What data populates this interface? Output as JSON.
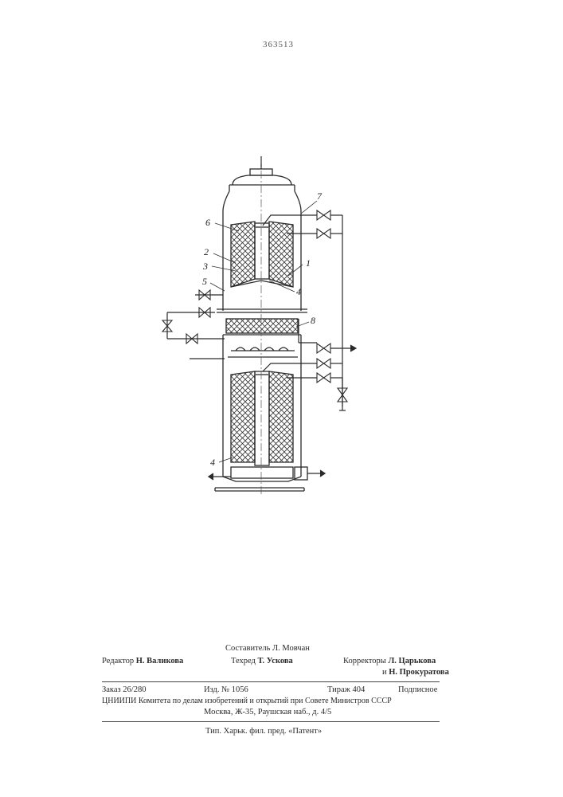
{
  "header": {
    "patent_number": "363513"
  },
  "drawing": {
    "callouts": [
      "7",
      "6",
      "2",
      "3",
      "1",
      "5",
      "4",
      "8",
      "4"
    ]
  },
  "footer": {
    "compiler": "Составитель Л. Мовчан",
    "editor_label": "Редактор",
    "editor_name": "Н. Валикова",
    "techred_label": "Техред",
    "techred_name": "Т. Ускова",
    "correctors_label": "Корректоры",
    "corrector1": "Л. Царькова",
    "corrector2_prefix": "и",
    "corrector2": "Н. Прокуратова",
    "order": "Заказ 26/280",
    "edition": "Изд. № 1056",
    "circulation": "Тираж 404",
    "subscription": "Подписное",
    "org_line": "ЦНИИПИ Комитета по делам изобретений и открытий при Совете Министров СССР",
    "address": "Москва, Ж-35, Раушская наб., д. 4/5",
    "printer": "Тип. Харьк. фил. пред. «Патент»"
  }
}
